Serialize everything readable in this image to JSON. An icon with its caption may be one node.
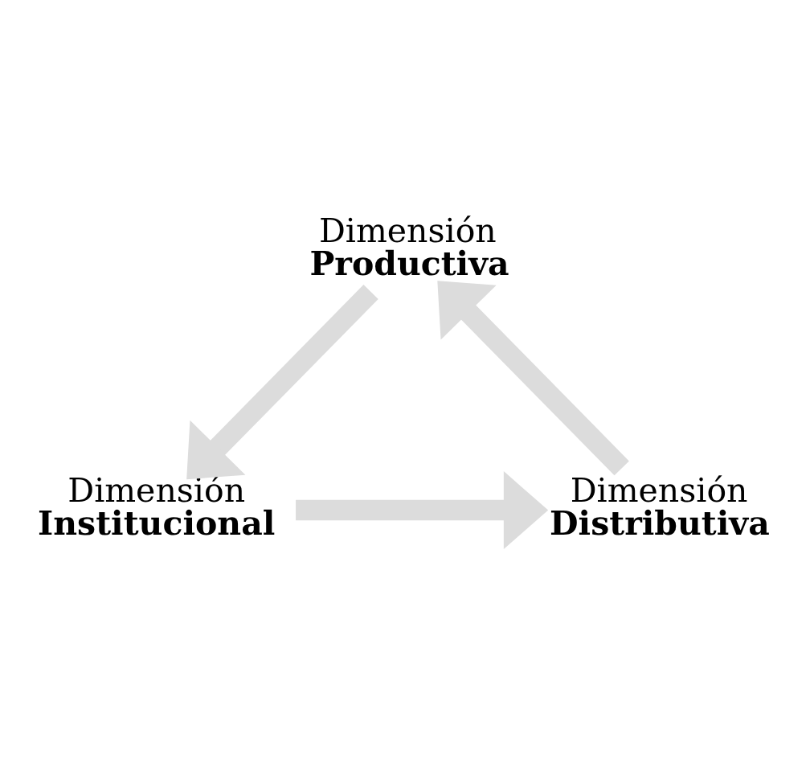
{
  "diagram": {
    "nodes": [
      {
        "text": [
          "Dimensión",
          "Productiva"
        ]
      },
      {
        "text": [
          "Dimensión",
          "Institucional"
        ]
      },
      {
        "text": [
          "Dimensión",
          "Distributiva"
        ]
      }
    ],
    "edges": [
      {
        "from": 0,
        "to": 1,
        "arrow": "to"
      },
      {
        "from": 1,
        "to": 2,
        "arrow": "to"
      },
      {
        "from": 2,
        "to": 0,
        "arrow": "to"
      }
    ]
  }
}
